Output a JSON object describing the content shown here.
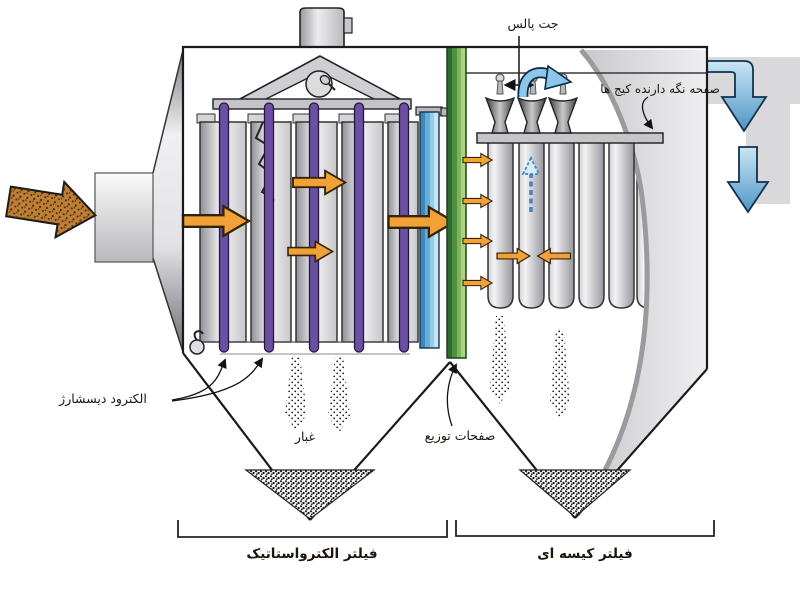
{
  "figure": {
    "kind": "hybrid-filter-diagram",
    "sections": [
      "electrostatic-precipitator",
      "baghouse"
    ]
  },
  "labels": {
    "jet_pulse": "جت پالس",
    "cage_holder_plate": "صفحه نگه دارنده کیج ها",
    "discharge_electrode": "الکترود دیسشارژ",
    "dust": "غبار",
    "distribution_plates": "صفحات توزیع",
    "esp_section": "فیلتر الکترواستاتیک",
    "baghouse_section": "فیلتر کیسه ای"
  },
  "counts": {
    "discharge_electrodes": 5,
    "collecting_plates": 5,
    "filter_bags": 6,
    "venturis": 3,
    "pulse_nozzles": 3,
    "distribution_arrows": 4
  },
  "colors": {
    "ink": "#1d140c",
    "outline": "#1a1a1a",
    "gas_arrow_orange": "#F1A135",
    "inlet_arrow_brown": "#BD7E35",
    "electrode_purple": "#6B4FA0",
    "collector_blue": "#7FC2E3",
    "distribution_green": "#4F9140",
    "outlet_arrow_blue": "#8CC6E8",
    "housing_gray": "#D9D9DB"
  }
}
